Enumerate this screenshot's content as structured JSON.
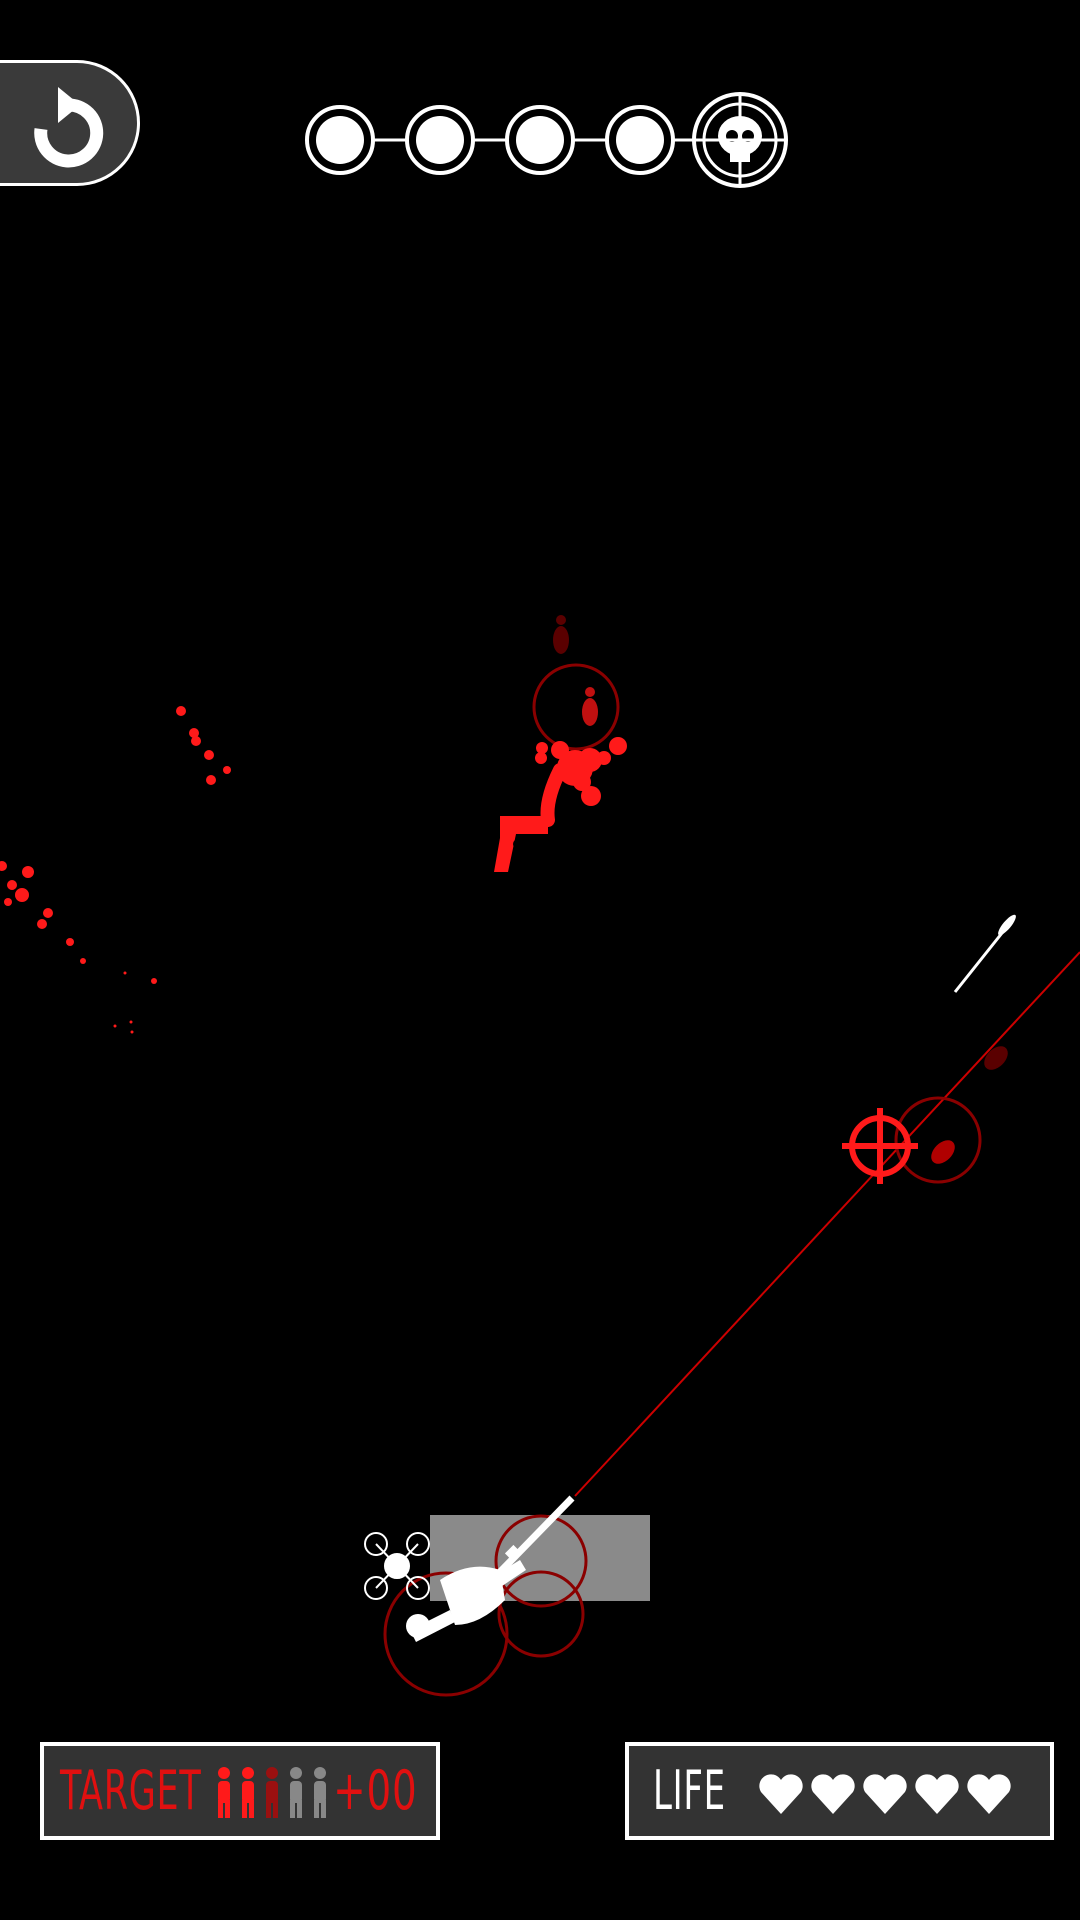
{
  "hud": {
    "restart_icon": "restart-icon",
    "target_label": "TARGET",
    "target_score": "+00",
    "targets_total": 5,
    "targets_killed": 2,
    "targets_marked": 1,
    "life_label": "LIFE",
    "lives": 5
  },
  "stage_progress": {
    "total": 5,
    "completed": 4,
    "final_icon": "skull-crosshair-icon"
  },
  "colors": {
    "accent_red": "#ff1a1a",
    "dark_red": "#7a0000",
    "hud_bg": "#333333",
    "white": "#ffffff"
  }
}
